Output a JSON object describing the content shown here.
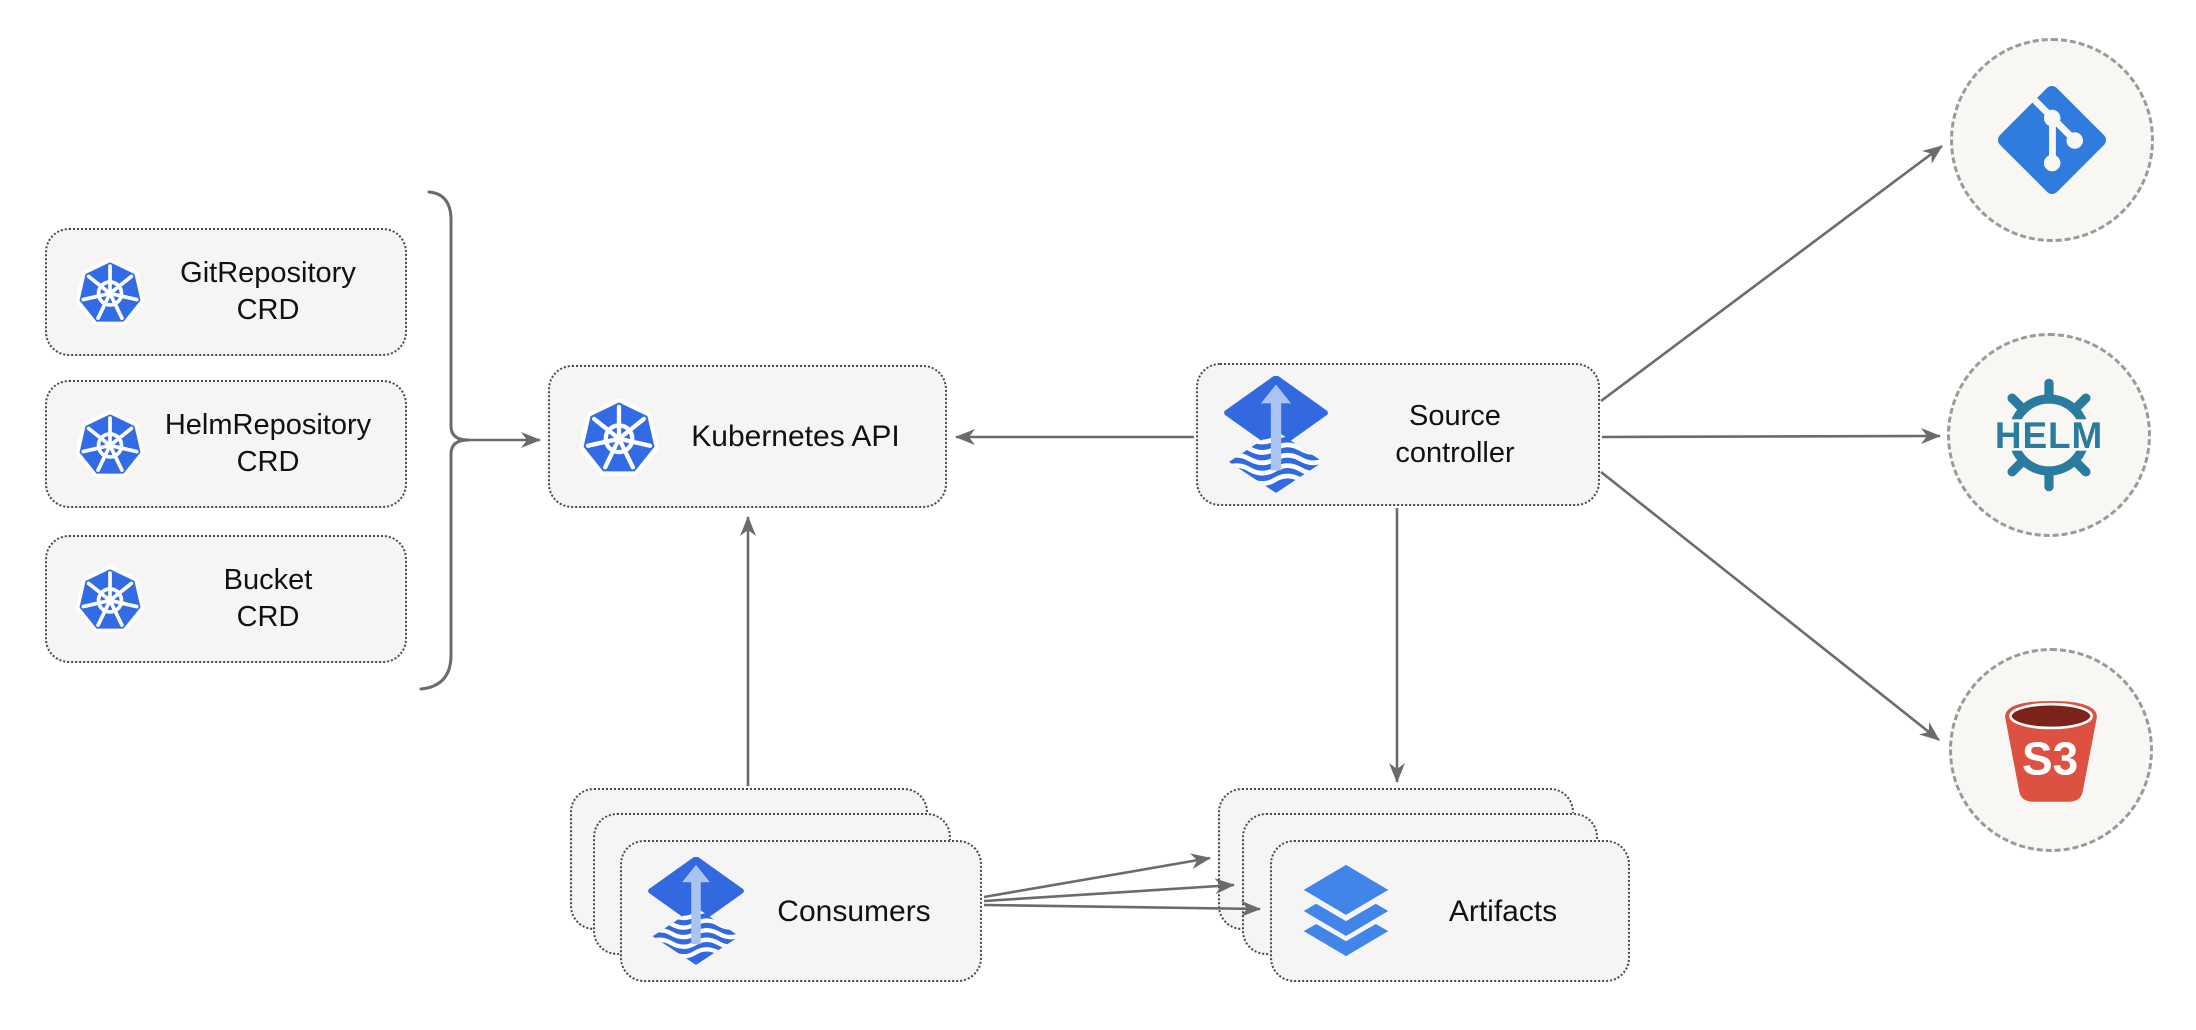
{
  "diagram": {
    "crd_boxes": [
      {
        "line1": "GitRepository",
        "line2": "CRD"
      },
      {
        "line1": "HelmRepository",
        "line2": "CRD"
      },
      {
        "line1": "Bucket",
        "line2": "CRD"
      }
    ],
    "kubernetes_api": {
      "label": "Kubernetes API"
    },
    "source_controller": {
      "line1": "Source",
      "line2": "controller"
    },
    "consumers": {
      "label": "Consumers"
    },
    "artifacts": {
      "label": "Artifacts"
    },
    "helm_logo_text": "HELM",
    "s3_logo_text": "S3",
    "icons": {
      "crd": "kubernetes-icon",
      "kubernetes_api": "kubernetes-icon",
      "source_controller": "flux-icon",
      "consumers": "flux-icon",
      "artifacts": "layers-icon",
      "remote_sources": [
        "git-icon",
        "helm-icon",
        "s3-bucket-icon"
      ]
    }
  },
  "colors": {
    "kubernetes_blue": "#326CE5",
    "flux_blue": "#3268E0",
    "flux_arrow_light": "#A9C4F0",
    "git_blue": "#2F7CDE",
    "helm_teal": "#2A7C9F",
    "s3_red": "#DD5142",
    "s3_dark_top": "#7C241C",
    "layers_blue": "#4285E8",
    "arrow_gray": "#6B6B6B",
    "node_fill": "#F5F5F5",
    "node_border": "#4A4A4A",
    "circle_fill": "#F8F7F4",
    "circle_border": "#9A9A9A",
    "text_color": "#111111",
    "background": "#FFFFFF"
  }
}
